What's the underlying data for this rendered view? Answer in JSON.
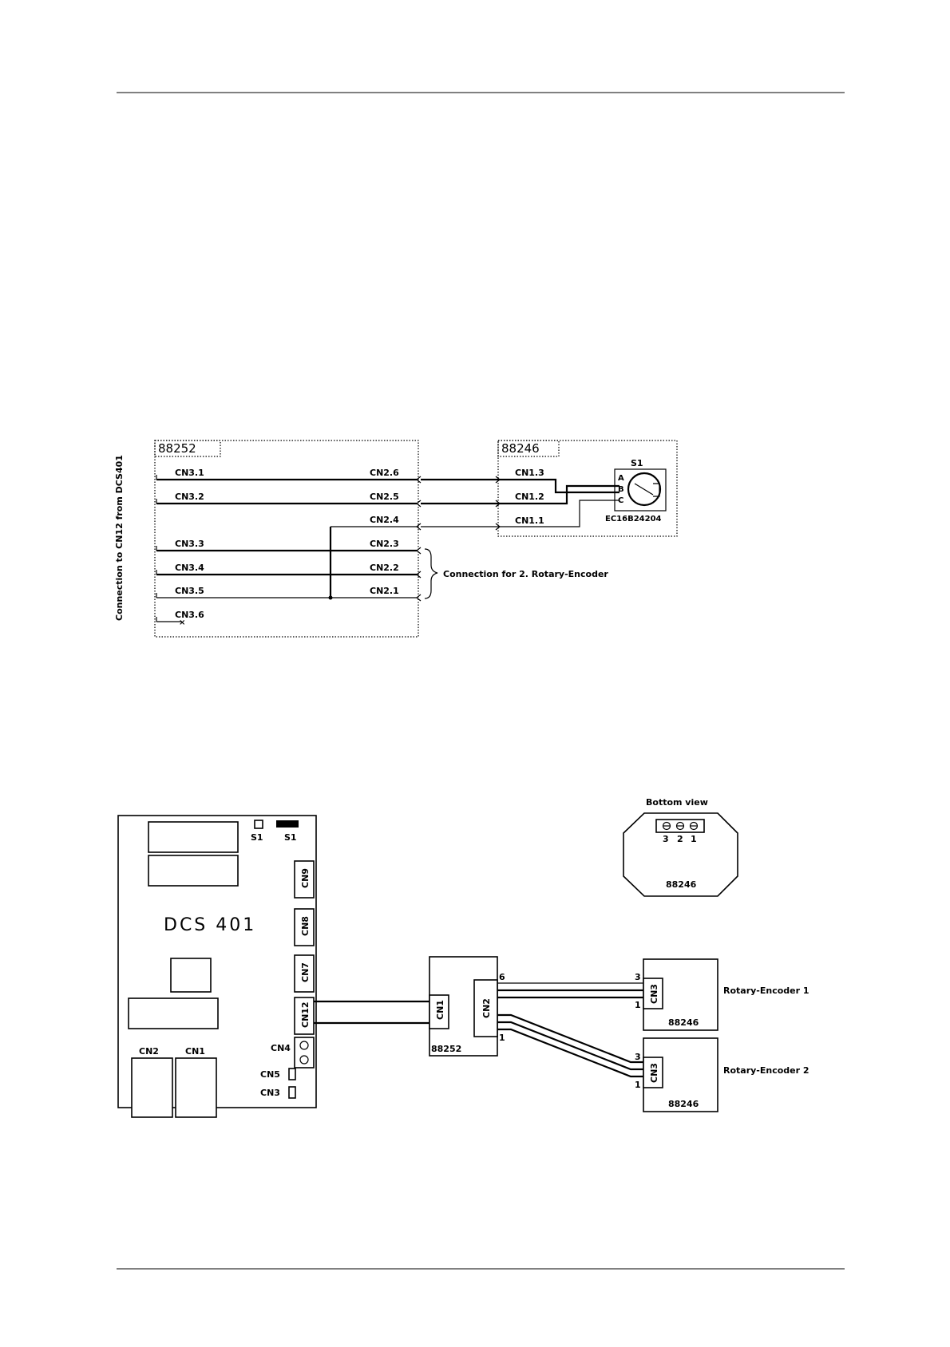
{
  "schematic": {
    "board_88252_label": "88252",
    "board_88246_label": "88246",
    "side_label": "Connection to CN12 from DCS401",
    "cn3_pins": [
      "CN3.1",
      "CN3.2",
      "CN3.3",
      "CN3.4",
      "CN3.5",
      "CN3.6"
    ],
    "cn2_pins": [
      "CN2.6",
      "CN2.5",
      "CN2.4",
      "CN2.3",
      "CN2.2",
      "CN2.1"
    ],
    "cn1_pins": [
      "CN1.3",
      "CN1.2",
      "CN1.1"
    ],
    "switch_label": "S1",
    "switch_pins": [
      "A",
      "B",
      "C"
    ],
    "switch_part": "EC16B24204",
    "connection_note": "Connection for 2. Rotary-Encoder"
  },
  "wiring": {
    "dcs_title": "DCS 401",
    "s1_left": "S1",
    "s1_right": "S1",
    "connectors": {
      "cn9": "CN9",
      "cn8": "CN8",
      "cn7": "CN7",
      "cn12": "CN12",
      "cn4": "CN4",
      "cn5": "CN5",
      "cn3": "CN3",
      "cn2": "CN2",
      "cn1": "CN1"
    },
    "adapter": {
      "label": "88252",
      "cn1": "CN1",
      "cn2": "CN2",
      "pin_top": "6",
      "pin_bottom": "1"
    },
    "encoder1": {
      "label": "88246",
      "connector": "CN3",
      "pin_top": "3",
      "pin_bottom": "1",
      "name": "Rotary-Encoder 1"
    },
    "encoder2": {
      "label": "88246",
      "connector": "CN3",
      "pin_top": "3",
      "pin_bottom": "1",
      "name": "Rotary-Encoder 2"
    },
    "bottom_view": {
      "title": "Bottom view",
      "pins": [
        "3",
        "2",
        "1"
      ],
      "label": "88246"
    }
  }
}
